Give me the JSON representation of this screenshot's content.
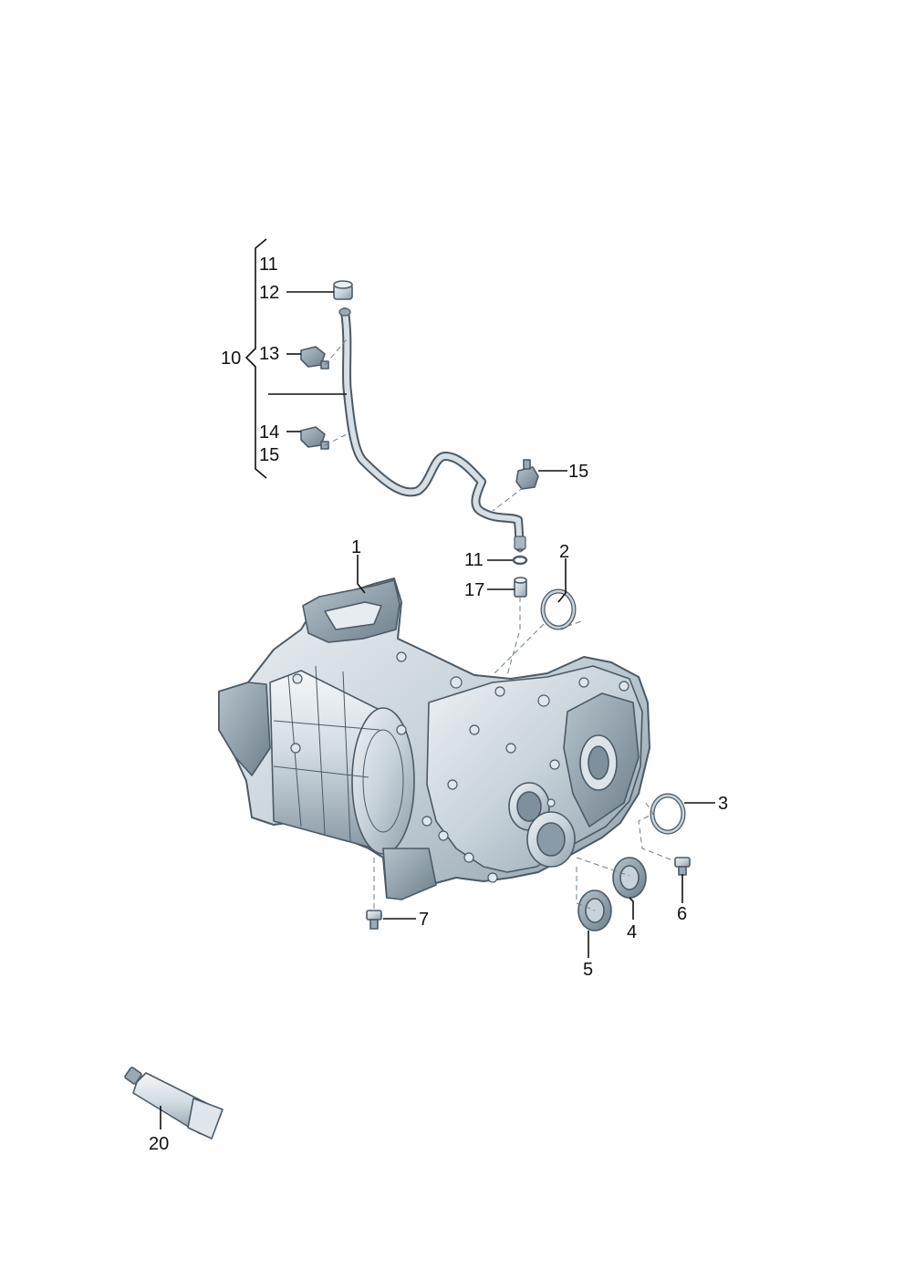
{
  "diagram": {
    "callouts": {
      "c1": "1",
      "c2": "2",
      "c3": "3",
      "c4": "4",
      "c5": "5",
      "c6": "6",
      "c7": "7",
      "c10": "10",
      "c11_top": "11",
      "c12": "12",
      "c13": "13",
      "c14": "14",
      "c15_left": "15",
      "c15_right": "15",
      "c11_mid": "11",
      "c17": "17",
      "c20": "20"
    },
    "colors": {
      "part_light": "#dfe6ec",
      "part_mid": "#b9c6d0",
      "part_dark": "#7f909d",
      "outline": "#4b5a66",
      "label": "#111111"
    }
  }
}
